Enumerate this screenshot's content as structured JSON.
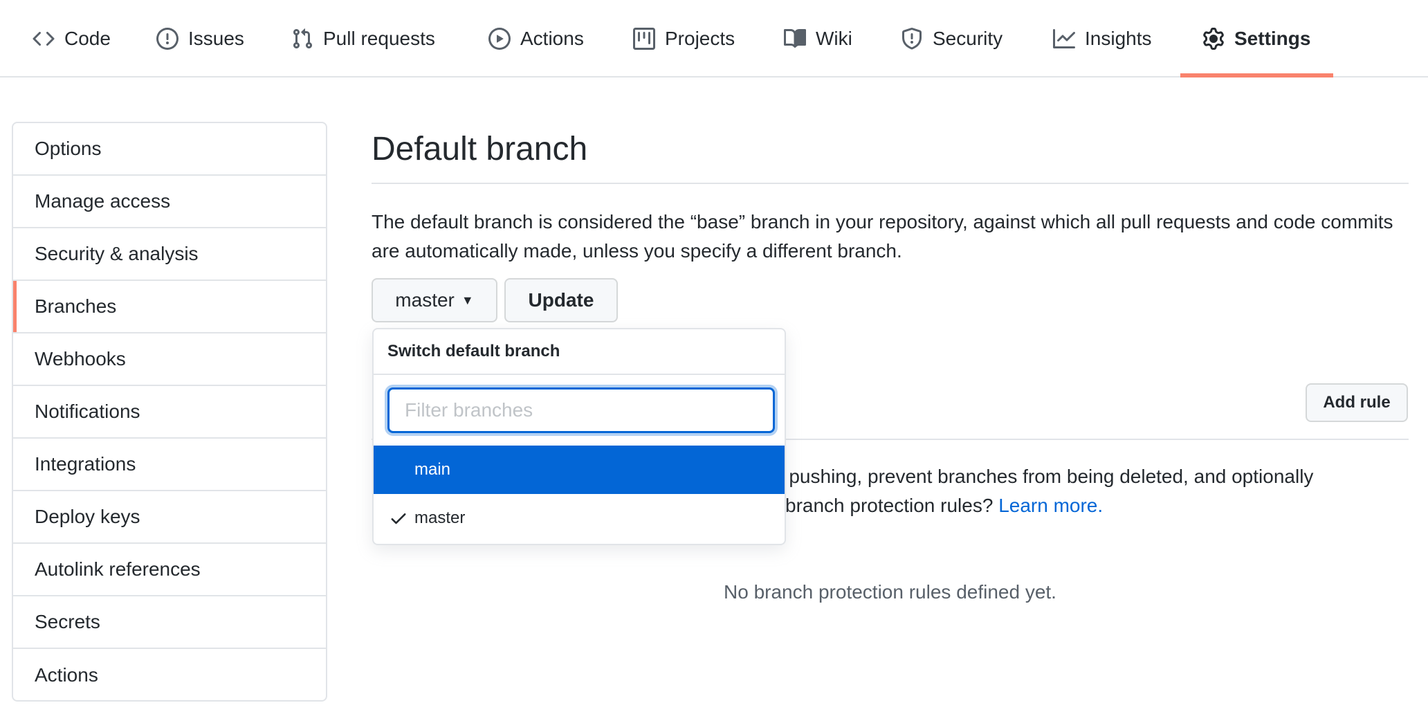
{
  "reponav": {
    "tabs": [
      {
        "label": "Code",
        "icon": "code-icon"
      },
      {
        "label": "Issues",
        "icon": "issue-opened-icon"
      },
      {
        "label": "Pull requests",
        "icon": "git-pull-request-icon"
      },
      {
        "label": "Actions",
        "icon": "play-icon"
      },
      {
        "label": "Projects",
        "icon": "project-icon"
      },
      {
        "label": "Wiki",
        "icon": "book-icon"
      },
      {
        "label": "Security",
        "icon": "shield-icon"
      },
      {
        "label": "Insights",
        "icon": "graph-icon"
      },
      {
        "label": "Settings",
        "icon": "gear-icon",
        "active": true
      }
    ],
    "active_underline_color": "#f9826c"
  },
  "sidebar": {
    "items": [
      {
        "label": "Options"
      },
      {
        "label": "Manage access"
      },
      {
        "label": "Security & analysis"
      },
      {
        "label": "Branches",
        "selected": true
      },
      {
        "label": "Webhooks"
      },
      {
        "label": "Notifications"
      },
      {
        "label": "Integrations"
      },
      {
        "label": "Deploy keys"
      },
      {
        "label": "Autolink references"
      },
      {
        "label": "Secrets"
      },
      {
        "label": "Actions"
      }
    ]
  },
  "main": {
    "title": "Default branch",
    "description": "The default branch is considered the “base” branch in your repository, against which all pull requests and code commits are automatically made, unless you specify a different branch.",
    "branch_button": "master",
    "update_button": "Update",
    "add_rule_button": "Add rule",
    "protection_text_line1": "e pushing, prevent branches from being deleted, and optionally",
    "protection_text_line2": "branch protection rules?",
    "learn_more": "Learn more.",
    "empty_message": "No branch protection rules defined yet."
  },
  "dropdown": {
    "title": "Switch default branch",
    "filter_placeholder": "Filter branches",
    "filter_value": "",
    "items": [
      {
        "label": "main",
        "highlighted": true,
        "checked": false
      },
      {
        "label": "master",
        "highlighted": false,
        "checked": true
      }
    ],
    "highlight_color": "#0366d6"
  }
}
